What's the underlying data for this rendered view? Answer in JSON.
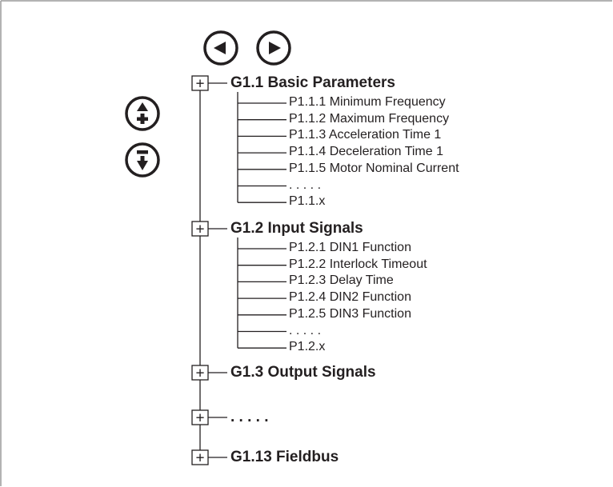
{
  "nav": {
    "left_button": {
      "icon": "left-triangle-icon"
    },
    "right_button": {
      "icon": "right-triangle-icon"
    },
    "up_plus_button": {
      "icon": "up-triangle-plus-icon"
    },
    "down_minus_button": {
      "icon": "down-triangle-minus-icon"
    }
  },
  "tree": {
    "expander_symbol": "+",
    "groups": [
      {
        "label": "G1.1 Basic Parameters",
        "items": [
          "P1.1.1  Minimum Frequency",
          "P1.1.2  Maximum Frequency",
          "P1.1.3  Acceleration Time 1",
          "P1.1.4  Deceleration Time 1",
          "P1.1.5  Motor Nominal Current",
          ". . . . .",
          "P1.1.x"
        ]
      },
      {
        "label": "G1.2  Input Signals",
        "items": [
          "P1.2.1  DIN1 Function",
          "P1.2.2  Interlock Timeout",
          "P1.2.3  Delay Time",
          "P1.2.4  DIN2 Function",
          "P1.2.5  DIN3 Function",
          ". . . . .",
          "P1.2.x"
        ]
      },
      {
        "label": "G1.3  Output Signals",
        "items": []
      },
      {
        "label": ". . . . .",
        "items": []
      },
      {
        "label": "G1.13  Fieldbus",
        "items": []
      }
    ]
  },
  "colors": {
    "stroke": "#231f20",
    "frame": "#9a9a9a",
    "background": "#ffffff"
  }
}
